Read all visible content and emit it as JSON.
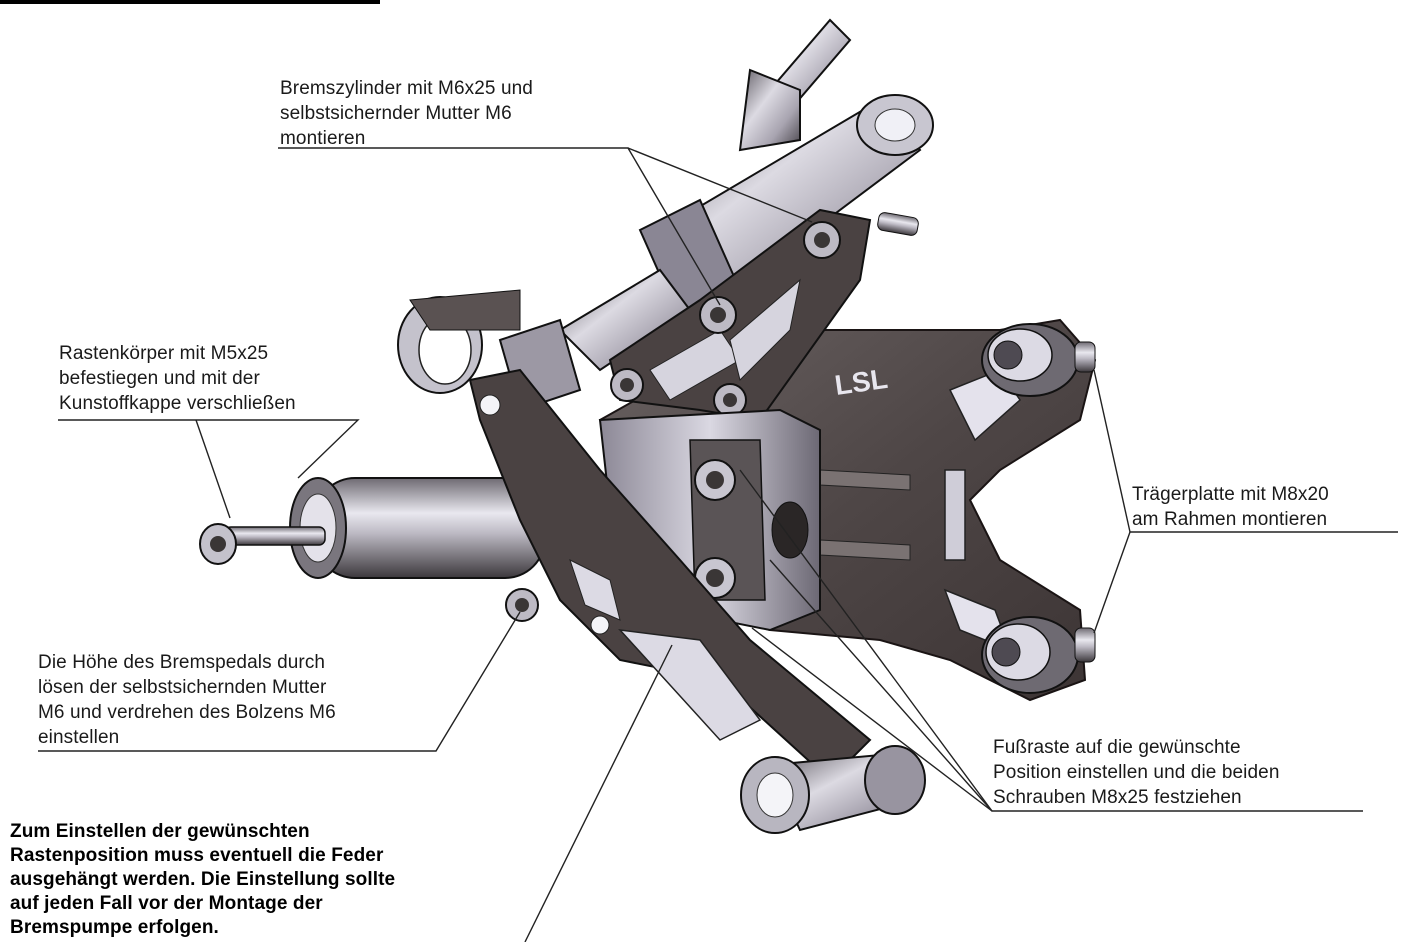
{
  "labels": {
    "brake_cylinder": [
      "Bremszylinder mit M6x25 und",
      "selbstsichernder Mutter M6",
      "montieren"
    ],
    "footrest_body": [
      "Rastenkörper mit M5x25",
      "befestiegen und mit der",
      "Kunstoffkappe verschließen"
    ],
    "carrier_plate": [
      "Trägerplatte mit M8x20",
      "am Rahmen montieren"
    ],
    "pedal_height": [
      "Die Höhe des Bremspedals durch",
      "lösen der selbstsichernden Mutter",
      "M6 und verdrehen des Bolzens M6",
      "einstellen"
    ],
    "footrest_position": [
      "Fußraste auf die gewünschte",
      "Position einstellen und die beiden",
      "Schrauben M8x25 festziehen"
    ],
    "note": [
      "Zum Einstellen der gewünschten",
      "Rastenposition muss eventuell die Feder",
      "ausgehängt werden. Die Einstellung sollte",
      "auf jeden Fall vor der Montage der",
      "Bremspumpe erfolgen."
    ]
  },
  "logo_text": "LSL",
  "colors": {
    "metal_dark": "#4a4444",
    "metal_mid": "#8a8490",
    "metal_light": "#c9c6d2",
    "highlight": "#f2f2f8",
    "line": "#222222"
  }
}
